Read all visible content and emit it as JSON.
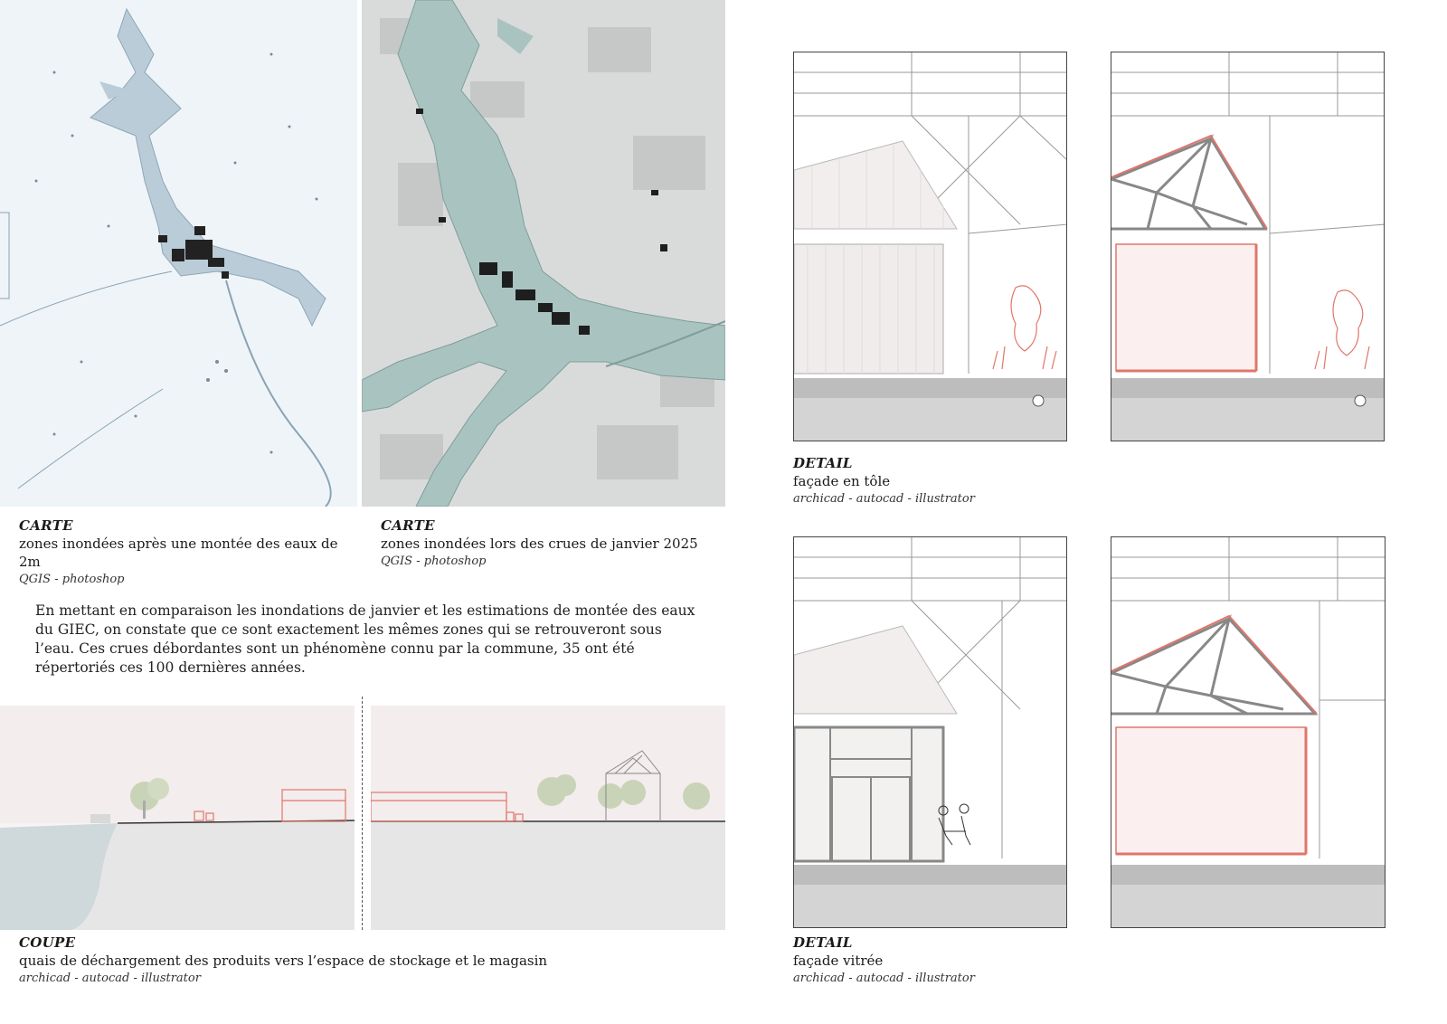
{
  "maps": [
    {
      "title": "CARTE",
      "description": "zones inondées après une montée des eaux de 2m",
      "tools": "QGIS - photoshop"
    },
    {
      "title": "CARTE",
      "description": "zones inondées lors des crues de janvier 2025",
      "tools": "QGIS - photoshop"
    }
  ],
  "paragraph": "En mettant en comparaison les inondations de janvier et les estimations de montée des eaux du GIEC, on constate que ce sont exactement les mêmes zones qui se retrouveront sous l’eau. Ces crues débordantes sont un phénomène connu par la commune, 35 ont été répertoriés ces 100 dernières années.",
  "section": {
    "title": "COUPE",
    "description": "quais de déchargement des produits vers l’espace de stockage et le magasin",
    "tools": "archicad - autocad - illustrator"
  },
  "details": [
    {
      "title": "DETAIL",
      "description": "façade en tôle",
      "tools": "archicad - autocad - illustrator"
    },
    {
      "title": "DETAIL",
      "description": "façade vitrée",
      "tools": "archicad - autocad - illustrator"
    }
  ],
  "colors": {
    "water_light": "#b9ccd8",
    "water_green": "#a9c3c0",
    "accent_red": "#e0766b",
    "ground": "#c9c9c9"
  }
}
